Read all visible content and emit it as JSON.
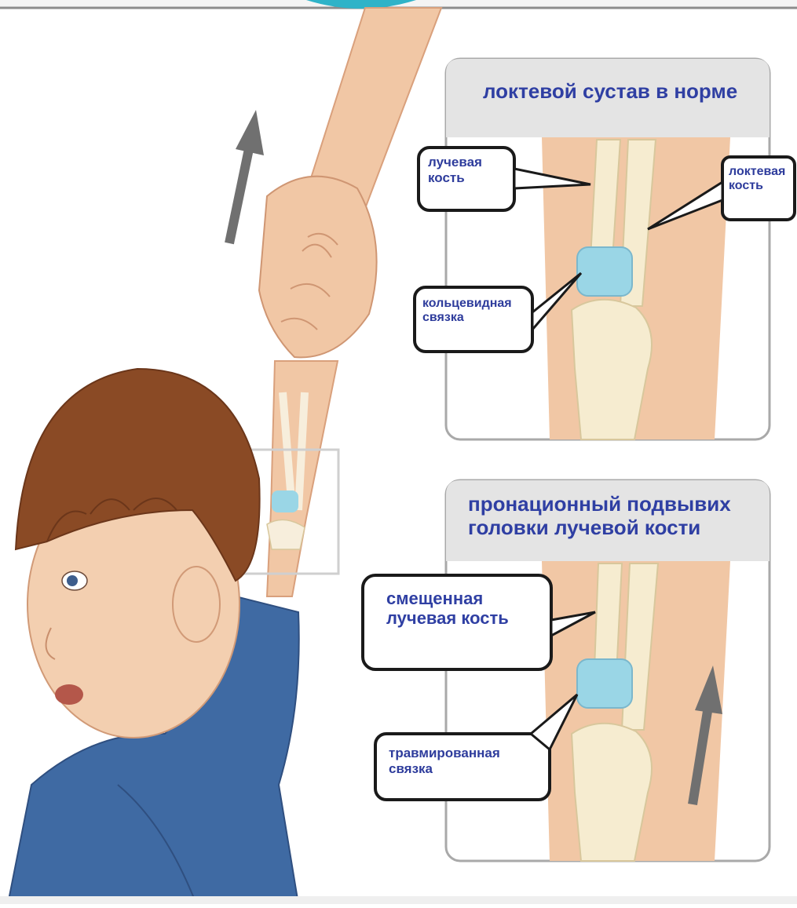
{
  "colors": {
    "title_text": "#2f3fa3",
    "panel_header": "#e4e4e4",
    "panel_border": "#a9a9a9",
    "bone": "#f6ecd0",
    "ligament": "#9ad6e6",
    "skin": "#f1c7a5",
    "shirt": "#3f6aa3",
    "hair": "#8a4a25",
    "arrow": "#707070"
  },
  "panels": {
    "normal": {
      "title": "локтевой сустав в норме",
      "labels": {
        "radius": "лучевая\nкость",
        "ulna": "локтевая\nкость",
        "ligament": "кольцевидная\nсвязка"
      }
    },
    "subluxation": {
      "title": "пронационный подвывих\nголовки лучевой кости",
      "labels": {
        "displaced_radius": "смещенная\nлучевая кость",
        "injured_ligament": "травмированная\nсвязка"
      }
    }
  },
  "icons": {
    "pull_arrow": "arrow-up",
    "displacement_arrow": "arrow-up"
  }
}
